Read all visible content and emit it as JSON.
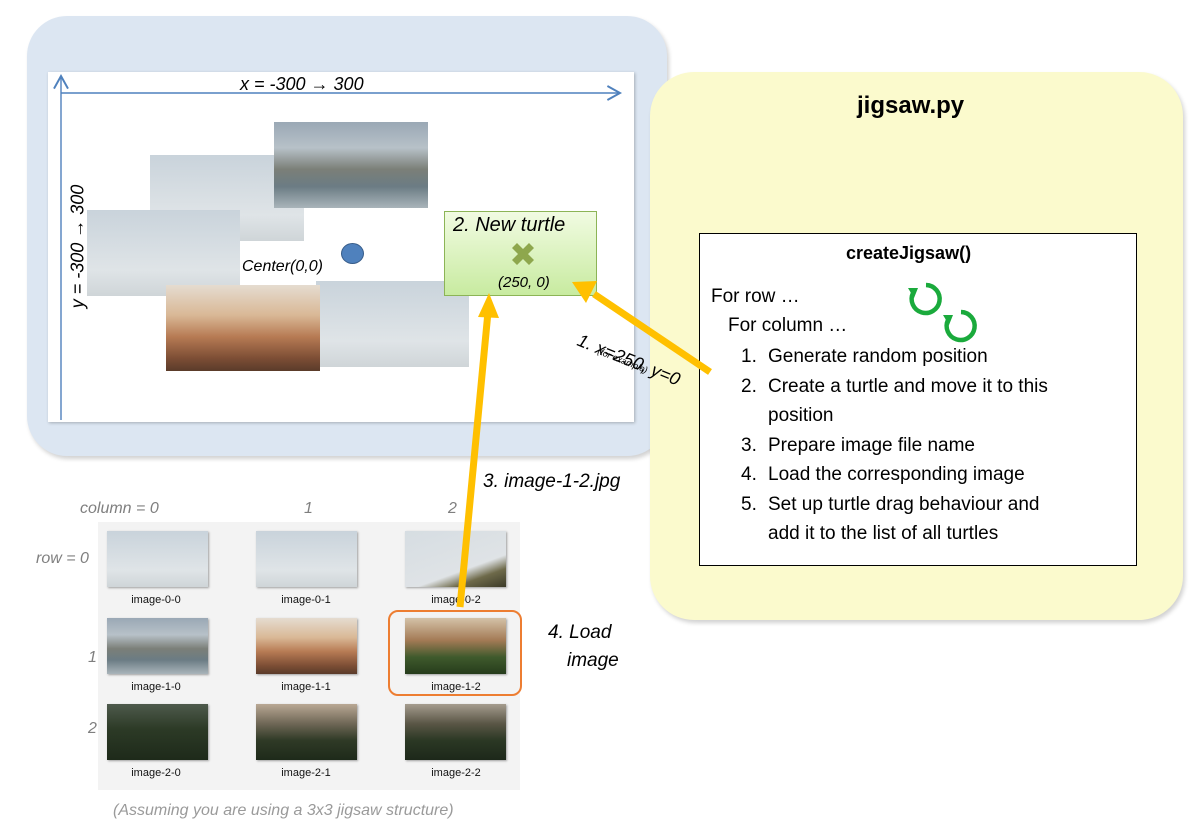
{
  "canvas": {
    "x_axis_label": "x = -300 → 300",
    "y_axis_label": "y = -300 → 300",
    "center_label": "Center(0,0)"
  },
  "new_turtle": {
    "title": "2. New turtle",
    "coord": "(250, 0)"
  },
  "steps": {
    "step1": "1. x=250, y=0",
    "step1_note": "(for example)",
    "step3": "3. image-1-2.jpg",
    "step4_line1": "4. Load",
    "step4_line2": "image"
  },
  "file_panel": {
    "title": "jigsaw.py",
    "function_name": "createJigsaw()",
    "for_row": "For row …",
    "for_column": "For column …",
    "items": [
      {
        "num": "1.",
        "lines": [
          "Generate random position"
        ]
      },
      {
        "num": "2.",
        "lines": [
          "Create a turtle and move it to this",
          "position"
        ]
      },
      {
        "num": "3.",
        "lines": [
          "Prepare image file name"
        ]
      },
      {
        "num": "4.",
        "lines": [
          "Load the corresponding image"
        ]
      },
      {
        "num": "5.",
        "lines": [
          "Set up turtle drag behaviour and",
          "add it to the list of all turtles"
        ]
      }
    ]
  },
  "grid": {
    "column_label": "column = 0",
    "col_labels": [
      "1",
      "2"
    ],
    "row_label": "row = 0",
    "row_labels": [
      "1",
      "2"
    ],
    "captions": [
      "image-0-0",
      "image-0-1",
      "image-0-2",
      "image-1-0",
      "image-1-1",
      "image-1-2",
      "image-2-0",
      "image-2-1",
      "image-2-2"
    ]
  },
  "footnote": "(Assuming you are using a 3x3 jigsaw structure)",
  "colors": {
    "arrow": "#ffc000",
    "loop_icon": "#1aaa3c",
    "highlight_border": "#ed7d31",
    "axis": "#4f81bd",
    "turtle_box_border": "#8cb456",
    "turtle_mark": "#8ea74d"
  }
}
